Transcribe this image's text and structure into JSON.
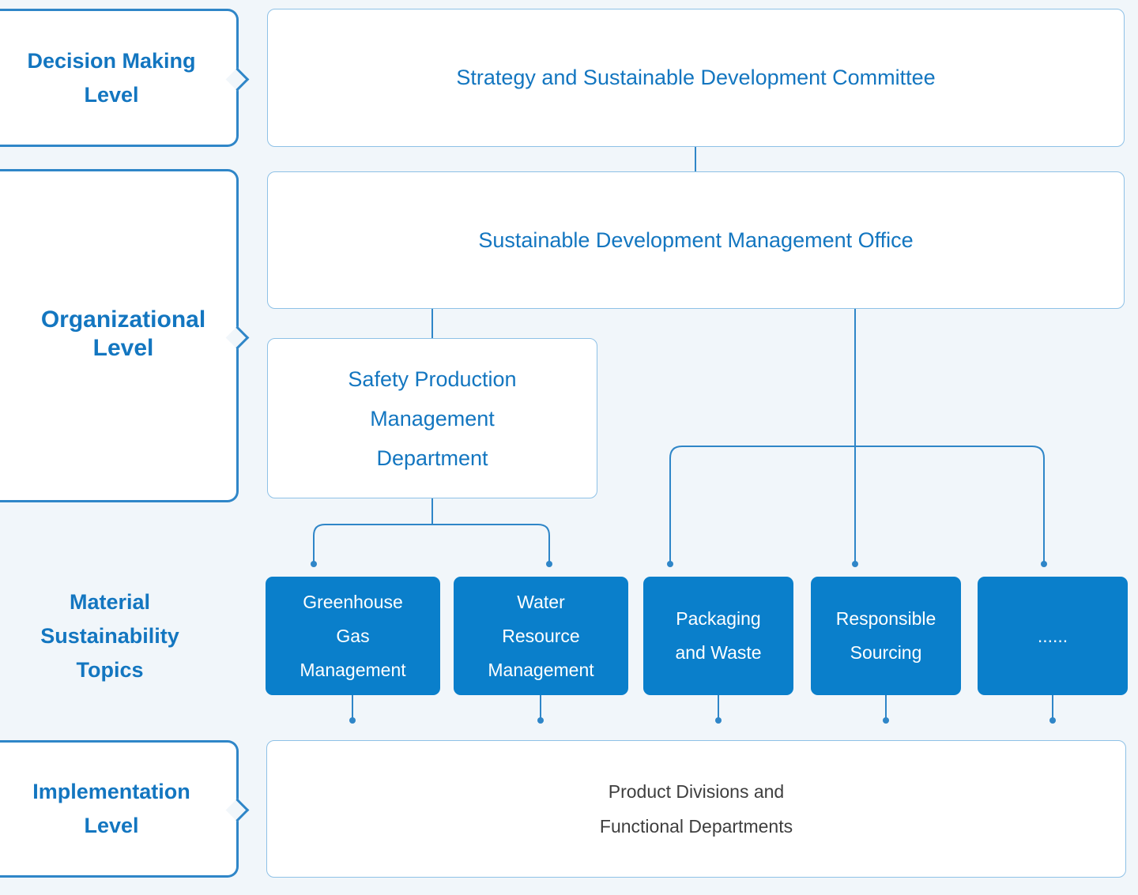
{
  "levels": {
    "decision": [
      "Decision Making",
      "Level"
    ],
    "organizational": [
      "Organizational",
      "Level"
    ],
    "material": [
      "Material",
      "Sustainability",
      "Topics"
    ],
    "implementation": [
      "Implementation",
      "Level"
    ]
  },
  "nodes": {
    "committee": "Strategy and Sustainable Development Committee",
    "office": "Sustainable Development Management Office",
    "safety": [
      "Safety Production",
      "Management",
      "Department"
    ],
    "implementation": [
      "Product Divisions and",
      "Functional Departments"
    ]
  },
  "topics": [
    [
      "Greenhouse",
      "Gas",
      "Management"
    ],
    [
      "Water",
      "Resource",
      "Management"
    ],
    [
      "Packaging",
      "and Waste"
    ],
    [
      "Responsible",
      "Sourcing"
    ],
    [
      "......"
    ]
  ],
  "colors": {
    "accent": "#1376c0",
    "topic_fill": "#0a7fcb",
    "line": "#2f86c8",
    "background": "#f1f6fa"
  }
}
